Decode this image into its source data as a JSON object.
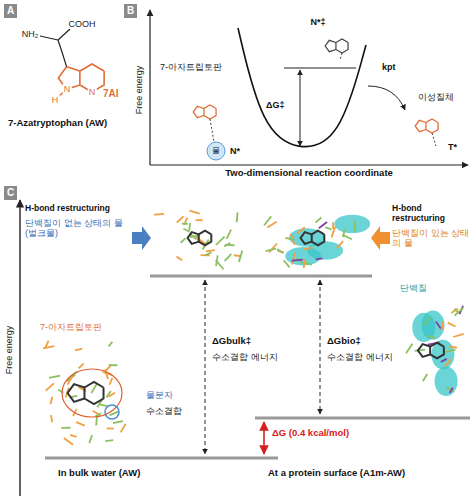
{
  "diagram": {
    "nodes": [
      {
        "text": [
          "A"
        ]
      },
      {
        "text": [
          "B"
        ]
      },
      {
        "text": [
          "C"
        ]
      }
    ],
    "labels": [
      "NH₂",
      "COOH",
      "H",
      "N",
      "N",
      "7AI",
      "7-Azatryptophan (AW)",
      "Free energy",
      "7-아자트립토판",
      "N*",
      "물",
      "N*‡",
      "ΔG‡",
      "kpt",
      "이성질체",
      "T*",
      "Two-dimensional reaction coordinate",
      "Free energy",
      "H-bond restructuring",
      "단백질이 없는 상태의 물 (벌크물)",
      "H-bond restructuring",
      "단백질이 있는 상태의 물",
      "단백질",
      "7-아자트립토판",
      "물분자",
      "수소결합",
      "ΔGbulk‡",
      "수소결합 에너지",
      "ΔGbio‡",
      "수소결합 에너지",
      "ΔG (0.4 kcal/mol)",
      "In bulk water (AW)",
      "At a protein surface (A1m-AW)"
    ]
  }
}
